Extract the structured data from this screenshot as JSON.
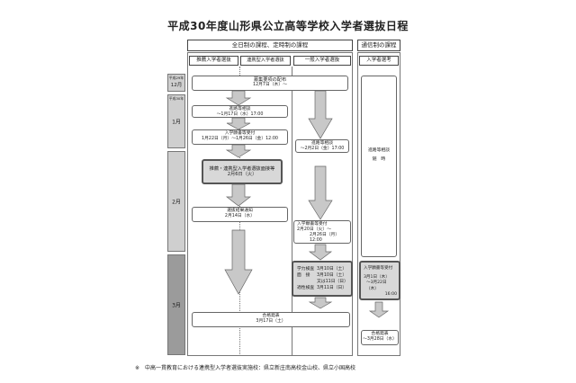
{
  "title": "平成30年度山形県公立高等学校入学者選抜日程",
  "headers": {
    "full_time": "全日制の課程、定時制の課程",
    "correspondence": "通信制の課程",
    "recommend": "推薦入学者選抜",
    "cooperative": "連携型入学者選抜",
    "general": "一般入学者選抜",
    "corr_selection": "入学者選考"
  },
  "months": {
    "dec_year": "平成29年",
    "dec": "12月",
    "jan_year": "平成30年",
    "jan": "1月",
    "feb": "2月",
    "mar": "3月"
  },
  "boxes": {
    "guidelines": {
      "line1": "募集要項の配布",
      "line2": "12月7日（木）～"
    },
    "consult1": {
      "line1": "進路等相談",
      "line2": "～1月17日（水）17:00"
    },
    "apply1": {
      "line1": "入学願書等受付",
      "line2": "1月22日（月）～1月26日（金）12:00"
    },
    "interview": {
      "line1": "推薦・連携型入学者選抜面接等",
      "line2": "2月6日（火）"
    },
    "notice": {
      "line1": "選抜結果通知",
      "line2": "2月14日（水）"
    },
    "consult2": {
      "line1": "進路等相談",
      "line2": "～2月2日（金）17:00"
    },
    "apply2": {
      "line1": "入学願書等受付",
      "line2": "2月20日（火）～",
      "line3": "2月26日（月）12:00"
    },
    "exam": {
      "r1_label": "学力検査",
      "r1_date": "3月10日（土）",
      "r2_label": "面　接",
      "r2_date": "3月10日（土）",
      "r3_date": "又は11日（日）",
      "r4_label": "適性検査",
      "r4_date": "3月11日（日）"
    },
    "result": {
      "line1": "合格発表",
      "line2": "3月17日（土）"
    },
    "corr_consult": {
      "line1": "進路等相談",
      "line2": "随　時"
    },
    "corr_apply": {
      "line1": "入学願書等受付",
      "line2": "3月1日（木）",
      "line3": "～3月22日（木）",
      "line4": "16:00"
    },
    "corr_result": {
      "line1": "合格発表",
      "line2": "～3月28日（水）"
    }
  },
  "footnote": "※　中高一貫教育における連携型入学者選抜実施校：県立新庄南高校金山校、県立小国高校"
}
